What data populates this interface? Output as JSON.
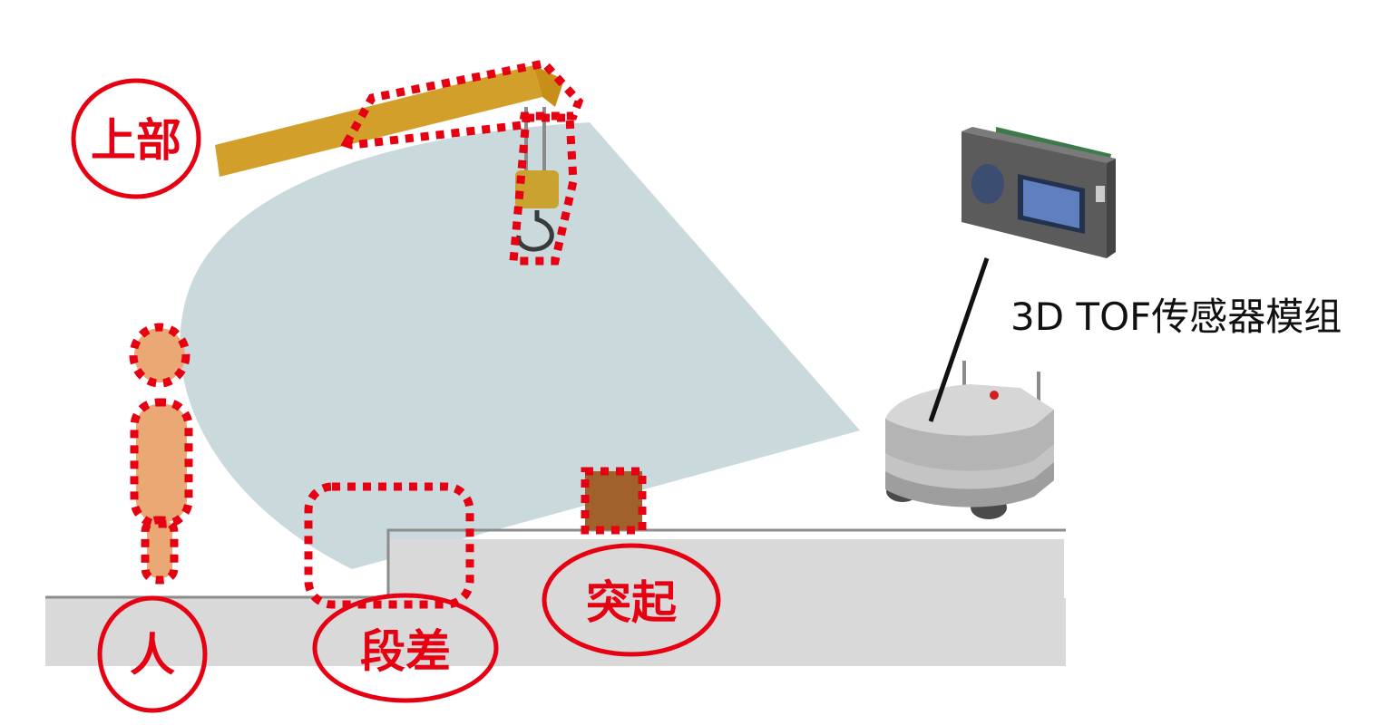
{
  "labels": {
    "upper": "上部",
    "person": "人",
    "step": "段差",
    "protrusion": "突起",
    "sensor_module": "3D TOF传感器模组"
  },
  "colors": {
    "highlight_red": "#e60012",
    "fov_blue": "#c9d9dc",
    "floor_gray": "#d9d9d9",
    "crane_yellow": "#d19a20",
    "person_skin": "#e9a874",
    "box_brown": "#a0612d",
    "robot_gray": "#b4b4b4"
  },
  "icons": {
    "crane": "crane-arm-icon",
    "person": "person-figure-icon",
    "box": "box-obstacle-icon",
    "robot": "mobile-robot-icon",
    "sensor": "tof-sensor-module-icon"
  }
}
